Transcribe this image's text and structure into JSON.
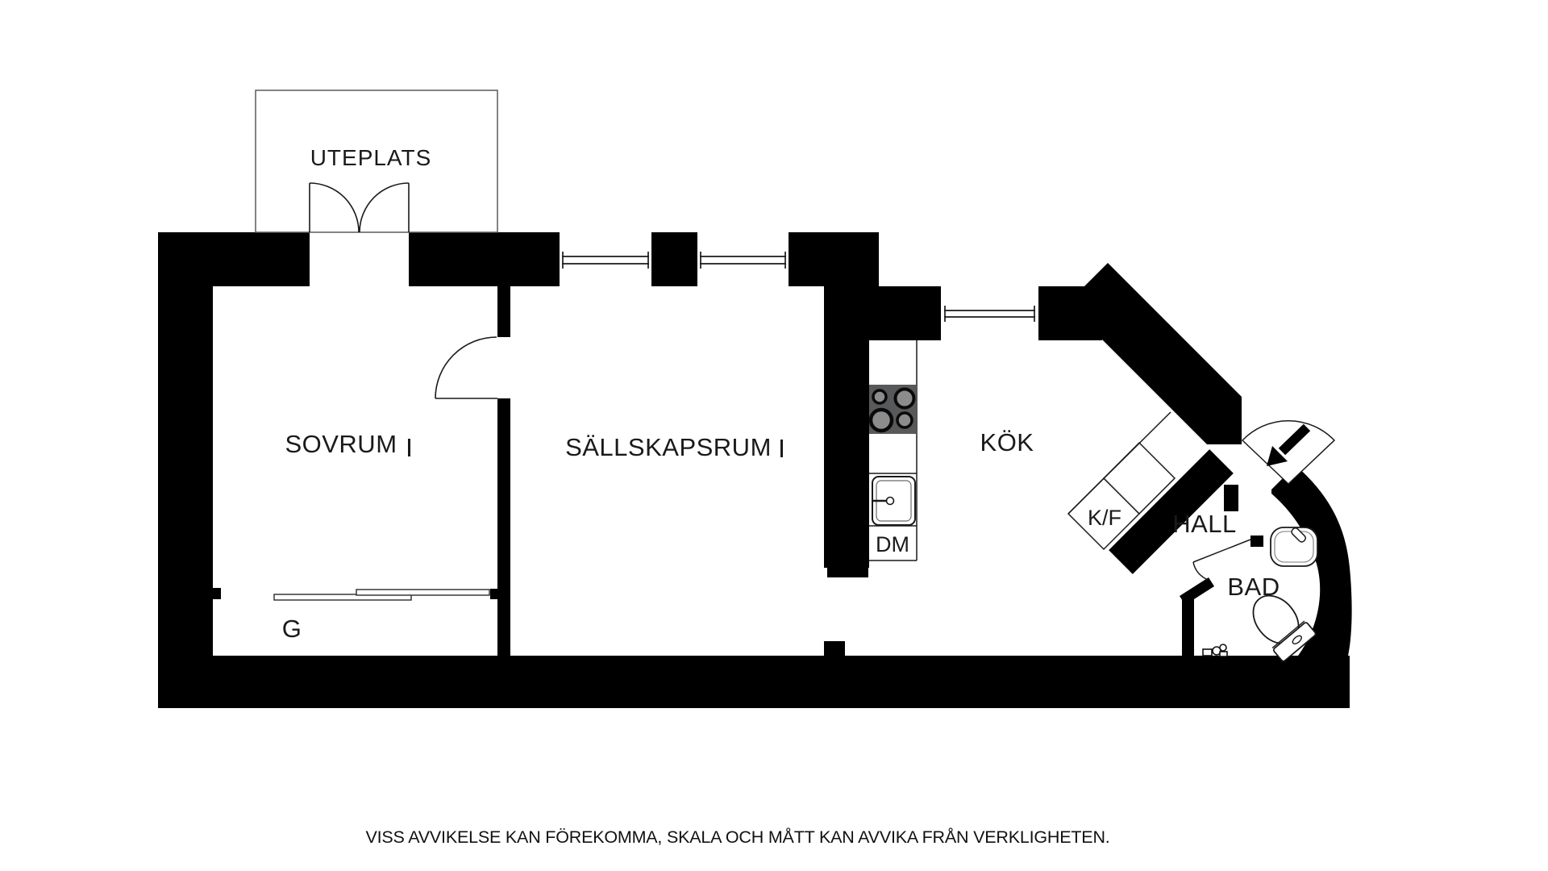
{
  "plan": {
    "rooms": {
      "uteplats": {
        "label": "UTEPLATS"
      },
      "sovrum": {
        "label": "SOVRUM"
      },
      "sallskapsrum": {
        "label": "SÄLLSKAPSRUM"
      },
      "kok": {
        "label": "KÖK"
      },
      "hall": {
        "label": "HALL"
      },
      "bad": {
        "label": "BAD"
      }
    },
    "fixtures": {
      "dishwasher": {
        "label": "DM"
      },
      "fridge_freezer": {
        "label": "K/F"
      },
      "wardrobe": {
        "label": "G"
      }
    },
    "colors": {
      "wall": "#000000",
      "floor": "#FFFFFF",
      "stove_top": "#58595B",
      "burner_center": "#8C8C8C",
      "outline": "#1A1A1A"
    }
  },
  "footer": {
    "disclaimer": "VISS AVVIKELSE KAN FÖREKOMMA, SKALA OCH MÅTT KAN AVVIKA FRÅN VERKLIGHETEN."
  }
}
